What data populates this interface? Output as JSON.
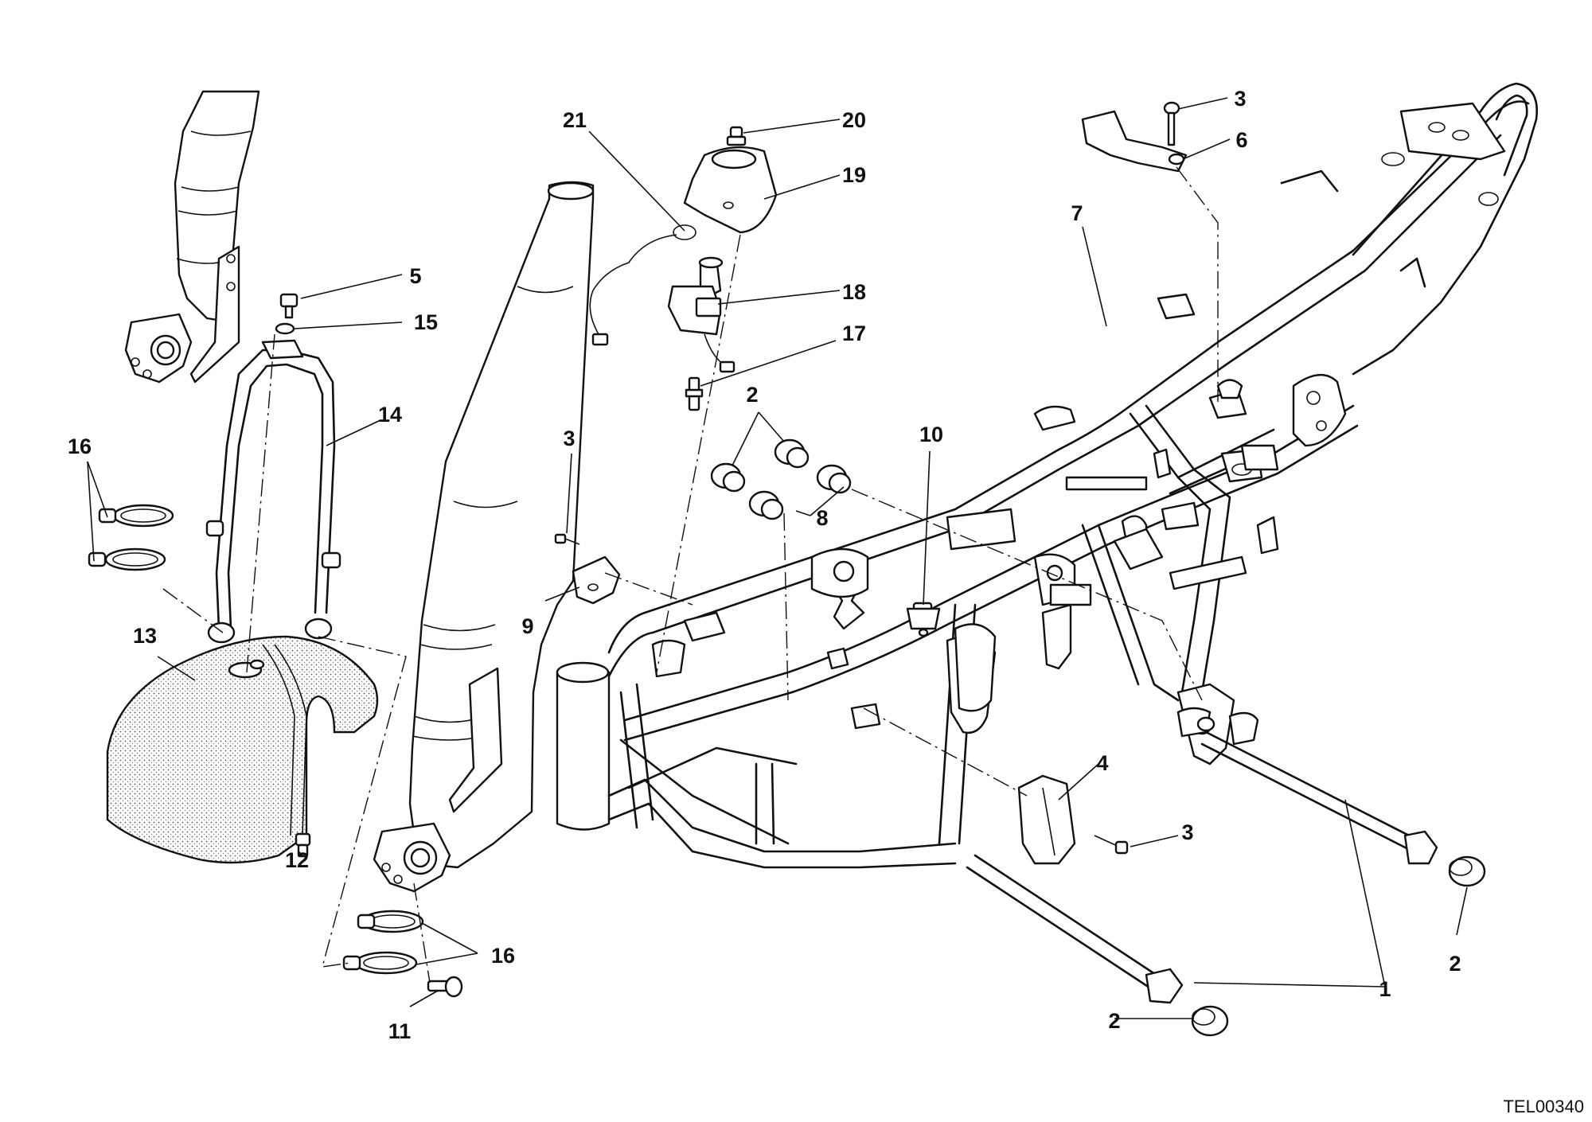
{
  "drawing_code": "TEL00340",
  "callouts": [
    {
      "id": "c1",
      "text": "1"
    },
    {
      "id": "c2a",
      "text": "2"
    },
    {
      "id": "c2b",
      "text": "2"
    },
    {
      "id": "c2c",
      "text": "2"
    },
    {
      "id": "c3a",
      "text": "3"
    },
    {
      "id": "c3b",
      "text": "3"
    },
    {
      "id": "c3c",
      "text": "3"
    },
    {
      "id": "c4",
      "text": "4"
    },
    {
      "id": "c5",
      "text": "5"
    },
    {
      "id": "c6",
      "text": "6"
    },
    {
      "id": "c7",
      "text": "7"
    },
    {
      "id": "c8",
      "text": "8"
    },
    {
      "id": "c9",
      "text": "9"
    },
    {
      "id": "c10",
      "text": "10"
    },
    {
      "id": "c11",
      "text": "11"
    },
    {
      "id": "c12",
      "text": "12"
    },
    {
      "id": "c13",
      "text": "13"
    },
    {
      "id": "c14",
      "text": "14"
    },
    {
      "id": "c15",
      "text": "15"
    },
    {
      "id": "c16a",
      "text": "16"
    },
    {
      "id": "c16b",
      "text": "16"
    },
    {
      "id": "c17",
      "text": "17"
    },
    {
      "id": "c18",
      "text": "18"
    },
    {
      "id": "c19",
      "text": "19"
    },
    {
      "id": "c20",
      "text": "20"
    },
    {
      "id": "c21",
      "text": "21"
    }
  ]
}
